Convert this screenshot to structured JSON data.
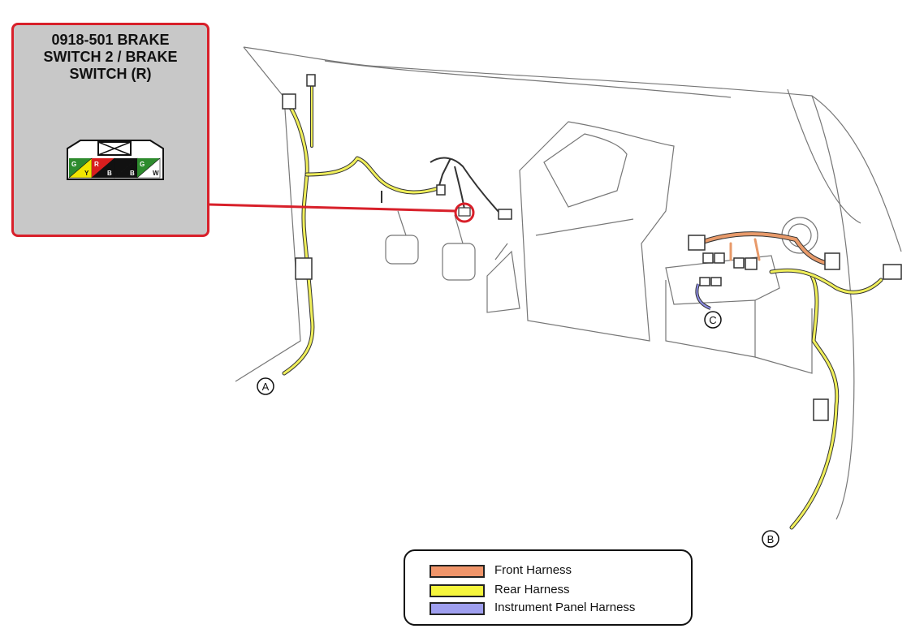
{
  "callout": {
    "title": "0918-501 BRAKE\nSWITCH 2 / BRAKE\nSWITCH (R)",
    "connector": {
      "pins": [
        {
          "top": "G",
          "bottom": "Y",
          "color": "#2e8b2e",
          "color2": "#f2e600"
        },
        {
          "top": "R",
          "bottom": "B",
          "color": "#d81e1e",
          "color2": "#111111"
        },
        {
          "top": "",
          "bottom": "B",
          "color": "#111111",
          "color2": "#111111"
        },
        {
          "top": "G",
          "bottom": "W",
          "color": "#2e8b2e",
          "color2": "#ffffff"
        }
      ]
    }
  },
  "markers": [
    "A",
    "B",
    "C"
  ],
  "legend": {
    "items": [
      {
        "label": "Front Harness",
        "color": "#f0956a"
      },
      {
        "label": "Rear Harness",
        "color": "#f5f53c"
      },
      {
        "label": "Instrument Panel Harness",
        "color": "#9f9fef"
      }
    ]
  },
  "colors": {
    "highlight": "#d8202a",
    "rear_harness": "#f0ef5a",
    "front_harness": "#e89a6a",
    "ip_harness": "#8d8de6"
  }
}
